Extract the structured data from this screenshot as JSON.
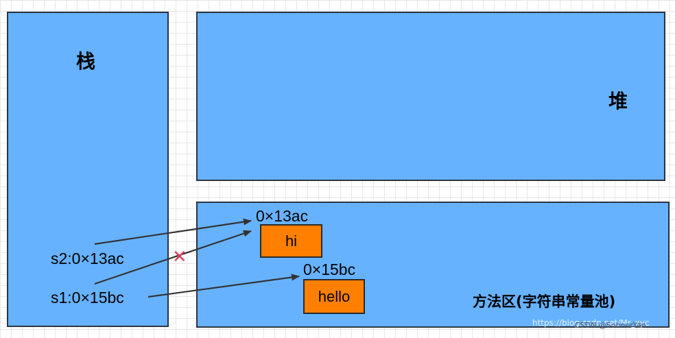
{
  "stack": {
    "title": "栈"
  },
  "heap": {
    "title": "堆"
  },
  "method_area": {
    "title": "方法区(字符串常量池)"
  },
  "stack_vars": [
    {
      "label": "s2:0×13ac"
    },
    {
      "label": "s1:0×15bc"
    }
  ],
  "pool_entries": [
    {
      "address": "0×13ac",
      "value": "hi"
    },
    {
      "address": "0×15bc",
      "value": "hello"
    }
  ],
  "cross_mark": "✕",
  "watermark": {
    "url": "https://blog.csdn.net/Mr_xyc",
    "csdn": "CSDN @SonnerYan"
  },
  "colors": {
    "region_fill": "#66b2ff",
    "string_box_fill": "#ff8000",
    "arrow": "#333333",
    "cross": "#d9455f"
  }
}
